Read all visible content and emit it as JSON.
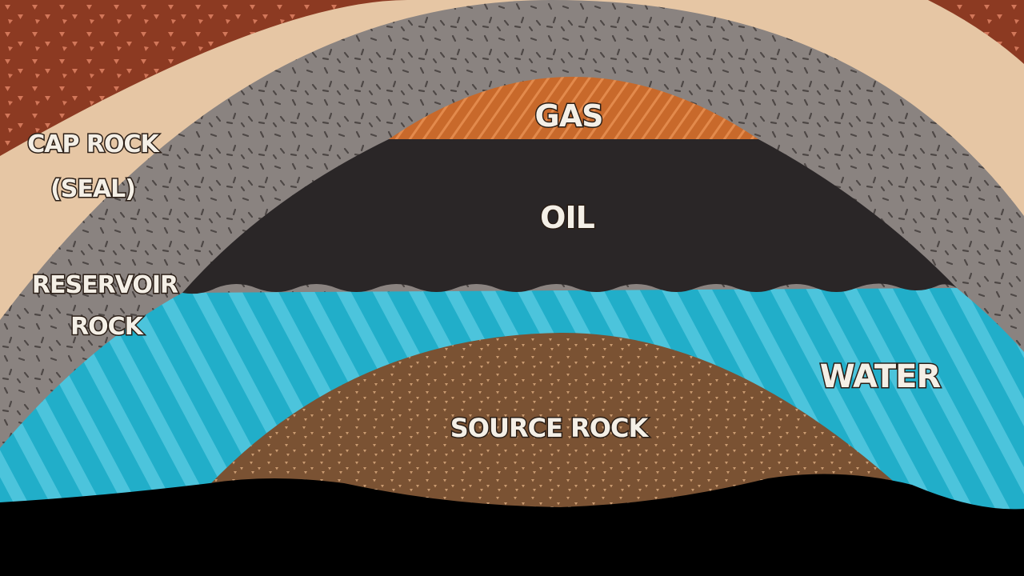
{
  "labels": {
    "cap_rock_line1": "CAP ROCK",
    "cap_rock_line2": "(SEAL)",
    "reservoir_line1": "RESERVOIR",
    "reservoir_line2": "ROCK",
    "gas": "GAS",
    "oil": "OIL",
    "water": "WATER",
    "source_rock": "SOURCE ROCK"
  },
  "colors": {
    "outer_rock": "#8c3a22",
    "cap_rock": "#e6c6a4",
    "reservoir_rock": "#8a8380",
    "gas": "#c8692b",
    "oil": "#2a2627",
    "water": "#21aec9",
    "source_rock": "#7a5233",
    "basement": "#000000"
  }
}
